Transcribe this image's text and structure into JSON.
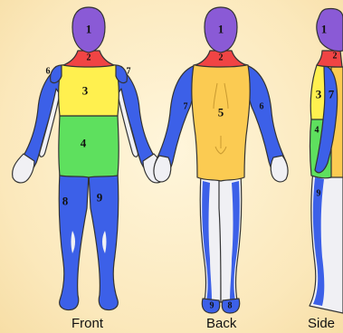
{
  "colors": {
    "head": "#8a5ad6",
    "neck": "#f04444",
    "chest": "#fff04f",
    "abdomen": "#5ee05e",
    "back": "#fbcb52",
    "limb": "#3c60e8",
    "skin": "#f0f0f4"
  },
  "figures": [
    {
      "caption": "Front",
      "labels": {
        "head": "1",
        "neck": "2",
        "chest": "3",
        "abdomen": "4",
        "right_arm": "6",
        "left_arm": "7",
        "right_leg": "8",
        "left_leg": "9"
      }
    },
    {
      "caption": "Back",
      "labels": {
        "head": "1",
        "neck": "2",
        "back": "5",
        "left_arm": "7",
        "right_arm": "6",
        "left_leg": "9",
        "right_leg": "8"
      }
    },
    {
      "caption": "Side",
      "labels": {
        "head": "1",
        "neck": "2",
        "chest": "3",
        "arm": "7",
        "abdomen": "4",
        "leg": "9"
      }
    }
  ]
}
